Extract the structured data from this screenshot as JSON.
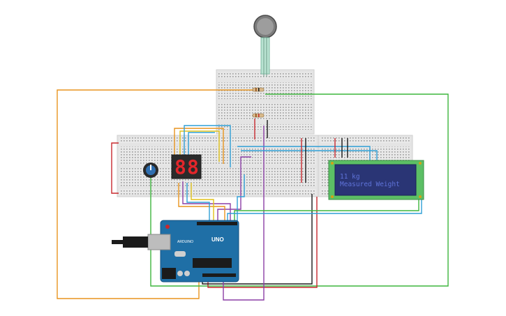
{
  "circuit": {
    "lcd": {
      "line1": "11 kg",
      "line2": "Measured Weight",
      "backlight_color": "#2a3575",
      "text_color": "#5f73d9",
      "board_color": "#5cbf65"
    },
    "seven_segment": {
      "digits": [
        "8",
        "8"
      ],
      "color": "#e3262b"
    },
    "arduino": {
      "model_label": "UNO",
      "brand_label": "ARDUINO",
      "board_color": "#1f6fa6"
    },
    "wire_colors": {
      "orange": "#e8941e",
      "green": "#3db53d",
      "red": "#c8282d",
      "black": "#1a1a1a",
      "purple": "#8b3fa6",
      "blue": "#2f9fd6",
      "yellow": "#e0c21a"
    },
    "components": {
      "force_sensor": "force-sensor-icon",
      "potentiometer": "potentiometer-icon",
      "usb_plug": "usb-plug-icon"
    }
  }
}
